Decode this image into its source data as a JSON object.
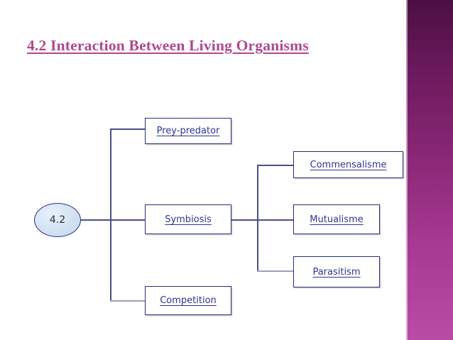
{
  "slide": {
    "title": "4.2 Interaction Between Living Organisms",
    "title_color": "#b0478f",
    "background_color": "#ffffff"
  },
  "side_band": {
    "name": "decorative-gradient-band",
    "gradient_top_color": "#4b0f42",
    "gradient_bottom_color": "#b94ca4"
  },
  "diagram": {
    "type": "tree",
    "node_text_color": "#2f3494",
    "node_border_color": "#2b2f7a",
    "connector_color": "#4a4f86",
    "root": {
      "label": "4.2",
      "shape": "ellipse",
      "fill_color": "#d2e2f3"
    },
    "level1": [
      {
        "label": "Prey-predator"
      },
      {
        "label": "Symbiosis"
      },
      {
        "label": "Competition"
      }
    ],
    "level2_parent": "Symbiosis",
    "level2": [
      {
        "label": "Commensalisme"
      },
      {
        "label": "Mutualisme"
      },
      {
        "label": "Parasitism"
      }
    ]
  }
}
